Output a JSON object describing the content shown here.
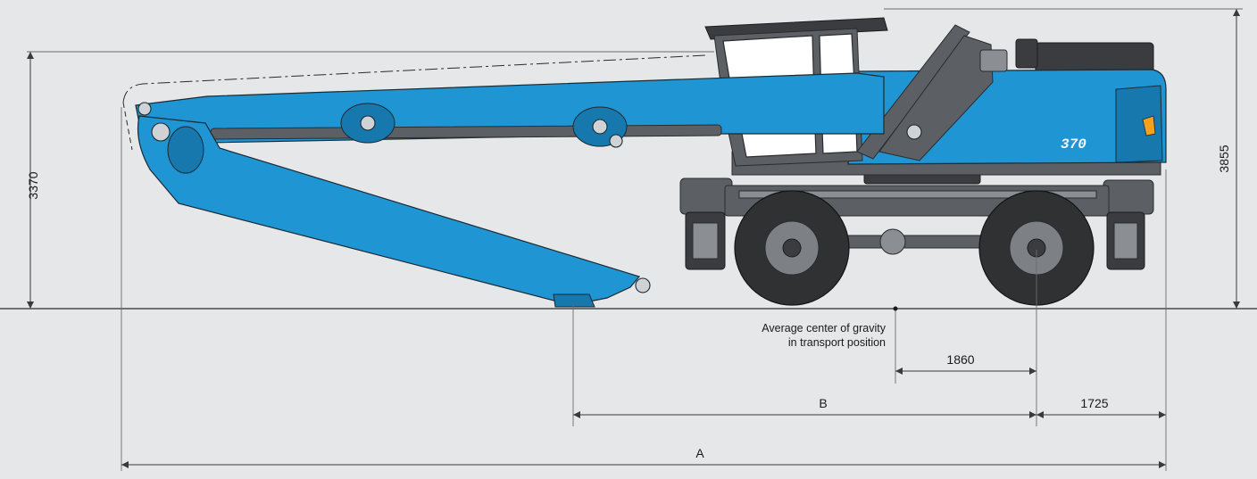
{
  "dimensions": {
    "height_boom": "3370",
    "height_cab": "3855",
    "cog_to_rear_axle": "1860",
    "rear_overhang": "1725",
    "wheelbase_label": "B",
    "overall_length_label": "A"
  },
  "cog_label": {
    "line1": "Average center of gravity",
    "line2": "in transport position"
  },
  "machine": {
    "model_badge": "370"
  },
  "colors": {
    "background": "#e6e7e8",
    "machine_blue": "#1f95d3",
    "chassis_grey": "#5c5f63"
  }
}
